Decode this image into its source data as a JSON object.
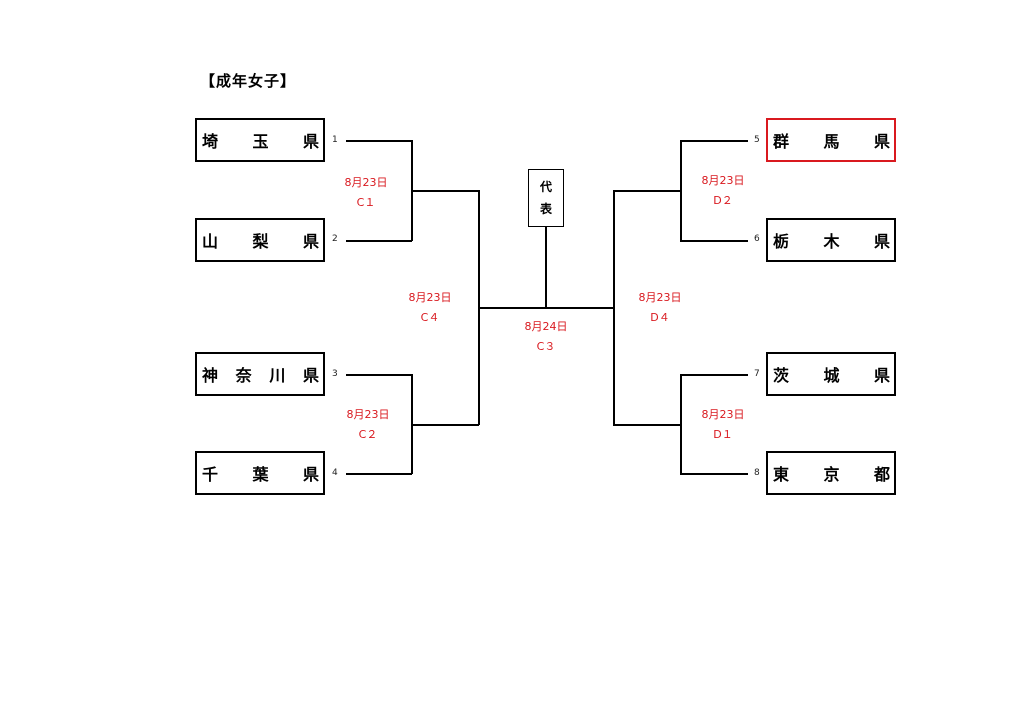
{
  "title": "【成年女子】",
  "representative": [
    "代",
    "表"
  ],
  "teams": [
    {
      "seed": "1",
      "chars": [
        "埼",
        "玉",
        "県"
      ]
    },
    {
      "seed": "2",
      "chars": [
        "山",
        "梨",
        "県"
      ]
    },
    {
      "seed": "3",
      "chars": [
        "神",
        "奈",
        "川",
        "県"
      ]
    },
    {
      "seed": "4",
      "chars": [
        "千",
        "葉",
        "県"
      ]
    },
    {
      "seed": "5",
      "chars": [
        "群",
        "馬",
        "県"
      ]
    },
    {
      "seed": "6",
      "chars": [
        "栃",
        "木",
        "県"
      ]
    },
    {
      "seed": "7",
      "chars": [
        "茨",
        "城",
        "県"
      ]
    },
    {
      "seed": "8",
      "chars": [
        "東",
        "京",
        "都"
      ]
    }
  ],
  "matches": {
    "C1": {
      "date": "8月23日",
      "code": "C１"
    },
    "C2": {
      "date": "8月23日",
      "code": "C２"
    },
    "C4": {
      "date": "8月23日",
      "code": "C４"
    },
    "C3": {
      "date": "8月24日",
      "code": "C３"
    },
    "D2": {
      "date": "8月23日",
      "code": "D２"
    },
    "D1": {
      "date": "8月23日",
      "code": "D１"
    },
    "D4": {
      "date": "8月23日",
      "code": "D４"
    }
  },
  "colors": {
    "accent": "#d9191f",
    "line": "#000000"
  }
}
